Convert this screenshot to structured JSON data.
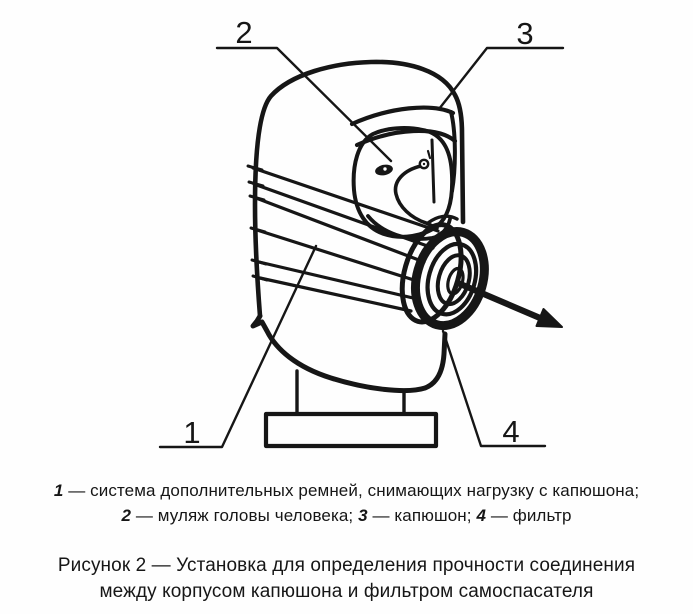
{
  "figure": {
    "callouts": {
      "n1": "1",
      "n2": "2",
      "n3": "3",
      "n4": "4"
    },
    "ink_color": "#161616",
    "background_color": "#fefefe"
  },
  "legend": {
    "item1_num": "1",
    "item1_text": "— система дополнительных ремней, снимающих нагрузку с капюшона;",
    "item2_num": "2",
    "item2_text": "— муляж головы человека;",
    "item3_num": "3",
    "item3_text": "— капюшон;",
    "item4_num": "4",
    "item4_text": "— фильтр"
  },
  "caption": {
    "line1": "Рисунок 2 — Установка для определения прочности соединения",
    "line2": "между корпусом капюшона и фильтром самоспасателя"
  }
}
